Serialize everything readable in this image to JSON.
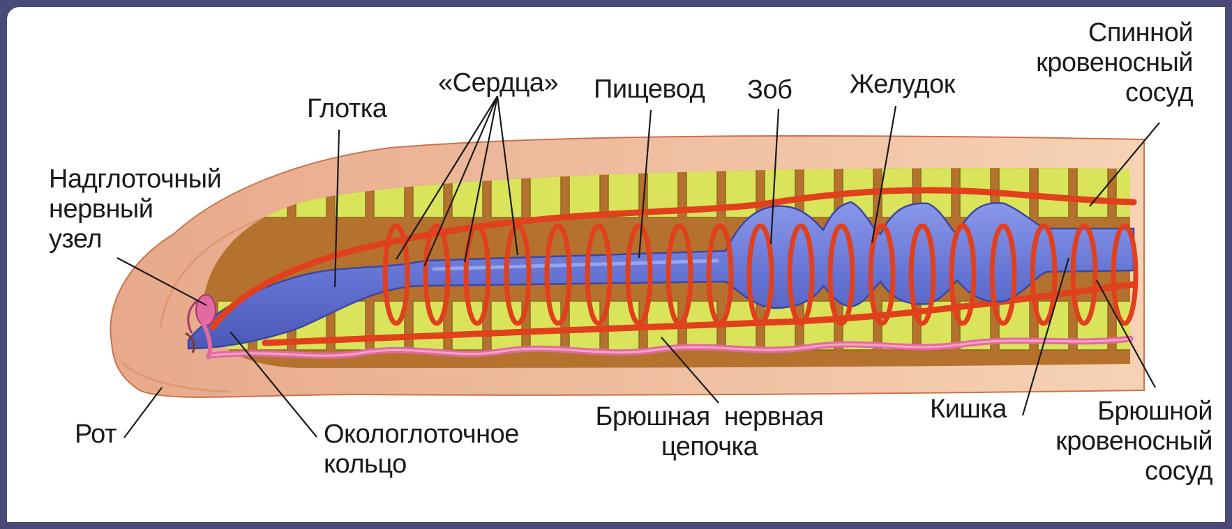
{
  "colors": {
    "background_frame": "#4a4a78",
    "body_wall": "#f6d2b4",
    "segments": "#d9e45a",
    "gut": "#6a78d6",
    "blood_vessels": "#e0401c",
    "nerve_cord": "#e26aa0"
  },
  "labels": {
    "supraesophageal_ganglion": [
      "Надглоточный",
      "нервный",
      "узел"
    ],
    "pharynx": "Глотка",
    "hearts": "«Сердца»",
    "esophagus": "Пищевод",
    "crop": "Зоб",
    "stomach": "Желудок",
    "dorsal_vessel": [
      "Спинной",
      "кровеносный",
      "сосуд"
    ],
    "mouth": "Рот",
    "circumpharyngeal_ring": [
      "Окологлоточное",
      "кольцо"
    ],
    "ventral_nerve_cord": [
      "Брюшная  нервная",
      "цепочка"
    ],
    "intestine": "Кишка",
    "ventral_vessel": [
      "Брюшной",
      "кровеносный",
      "сосуд"
    ]
  }
}
